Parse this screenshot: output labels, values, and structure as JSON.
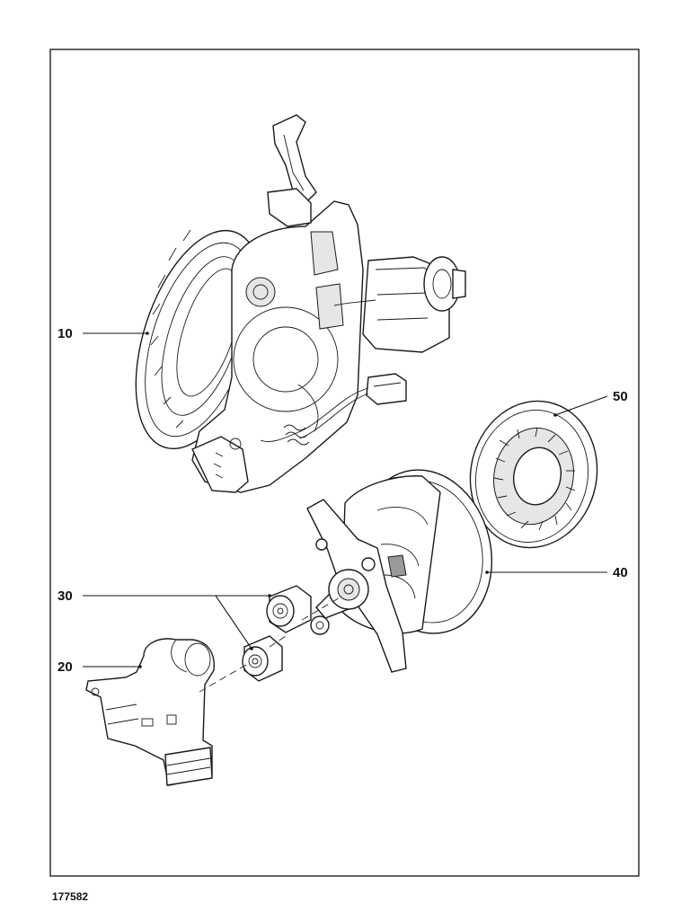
{
  "drawing_id": "177582",
  "callouts": [
    {
      "id": "10",
      "label": "10"
    },
    {
      "id": "20",
      "label": "20"
    },
    {
      "id": "30",
      "label": "30"
    },
    {
      "id": "40",
      "label": "40"
    },
    {
      "id": "50",
      "label": "50"
    }
  ],
  "colors": {
    "line": "#111111",
    "paper": "#ffffff",
    "shade": "#e6e6e6"
  }
}
